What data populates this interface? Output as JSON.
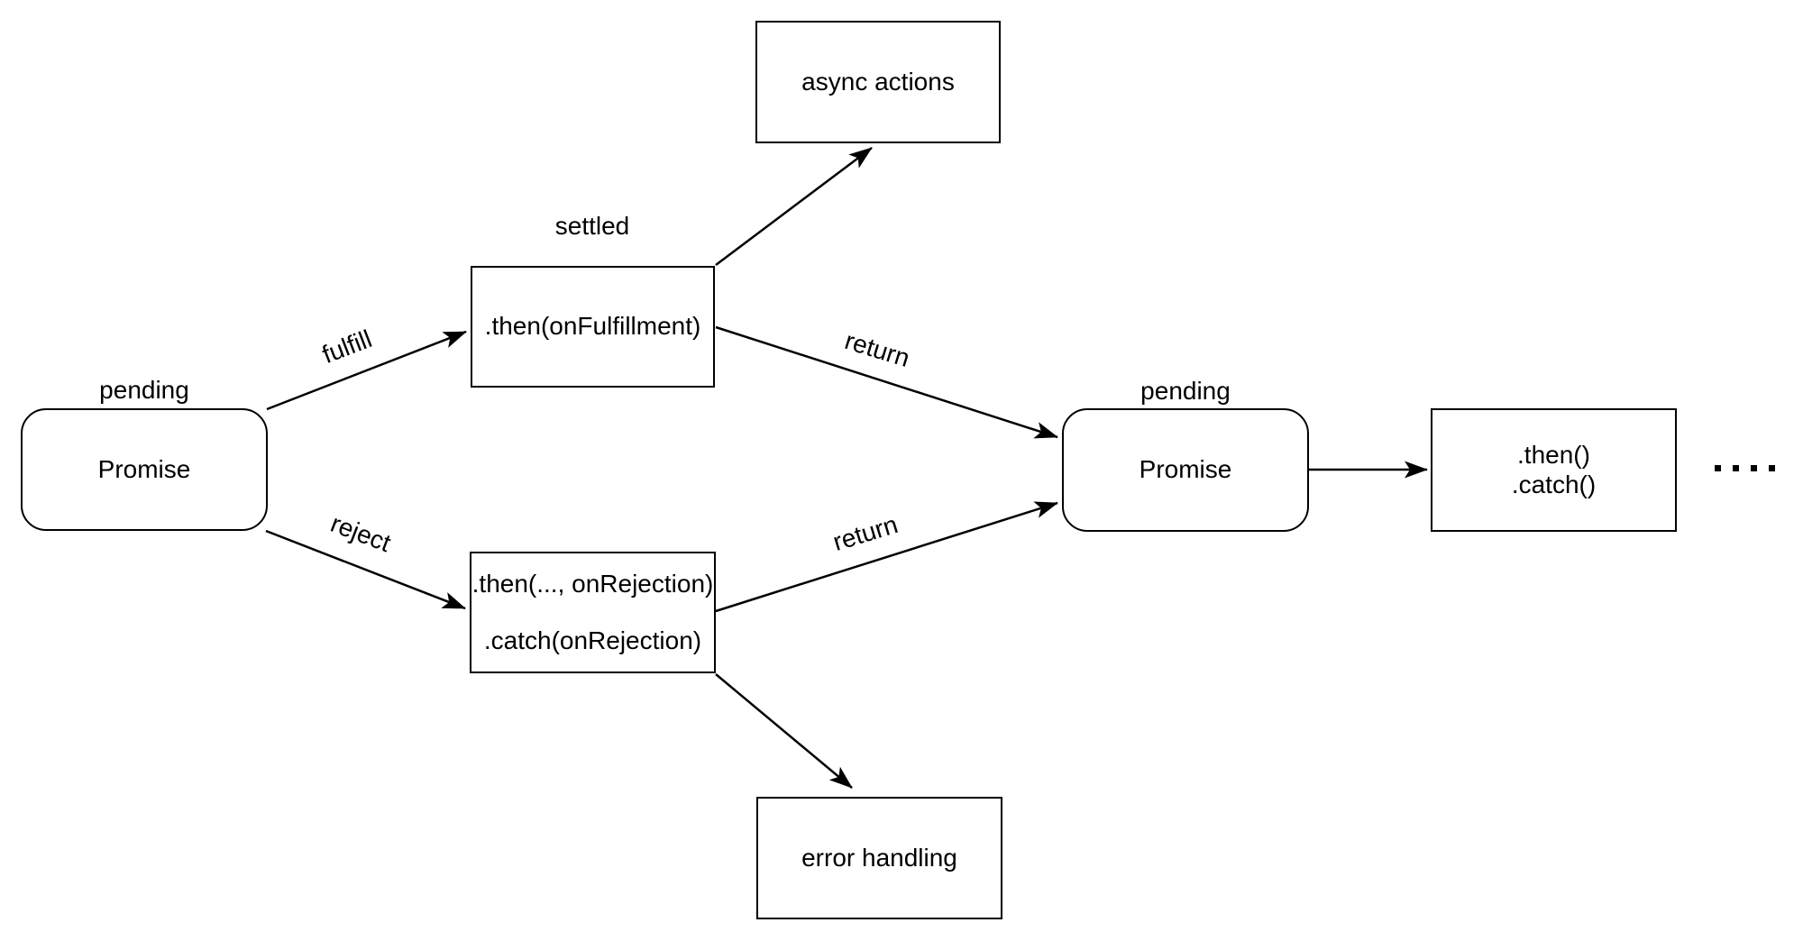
{
  "diagram": {
    "background_color": "#ffffff",
    "line_color": "#000000",
    "text_color": "#000000",
    "nodes": {
      "promise_initial": {
        "label": "Promise",
        "state": "pending"
      },
      "then_fulfillment": {
        "label": ".then(onFulfillment)",
        "state": "settled"
      },
      "then_catch_rejection": {
        "line1": ".then(..., onRejection)",
        "line2": ".catch(onRejection)"
      },
      "async_actions": {
        "label": "async actions"
      },
      "error_handling": {
        "label": "error handling"
      },
      "promise_next": {
        "label": "Promise",
        "state": "pending"
      },
      "then_catch_chain": {
        "line1": ".then()",
        "line2": ".catch()"
      }
    },
    "edge_labels": {
      "fulfill": "fulfill",
      "reject": "reject",
      "return_upper": "return",
      "return_lower": "return"
    },
    "icons": {
      "continuation_dots": "ellipsis-icon"
    }
  }
}
